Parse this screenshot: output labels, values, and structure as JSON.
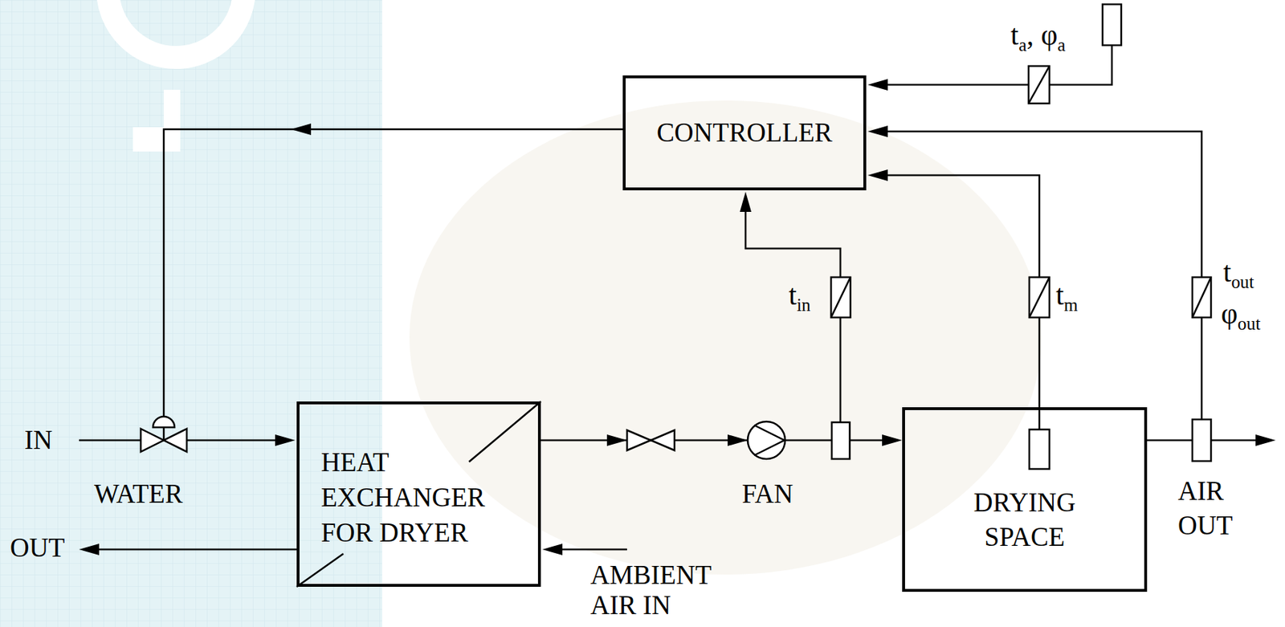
{
  "diagram": {
    "nodes": [
      {
        "text": [
          "CONTROLLER"
        ]
      },
      {
        "text": [
          "HEAT EXCHANGER FOR DRYER"
        ]
      },
      {
        "text": [
          "DRYING SPACE"
        ]
      }
    ],
    "edges": [
      {
        "from": 1,
        "to": 2,
        "arrow": "to"
      }
    ],
    "labels": [
      "ta, φa",
      "tin",
      "tm",
      "tout",
      "φout",
      "IN",
      "WATER",
      "FAN",
      "AIR OUT",
      "OUT",
      "AMBIENT AIR IN"
    ]
  }
}
